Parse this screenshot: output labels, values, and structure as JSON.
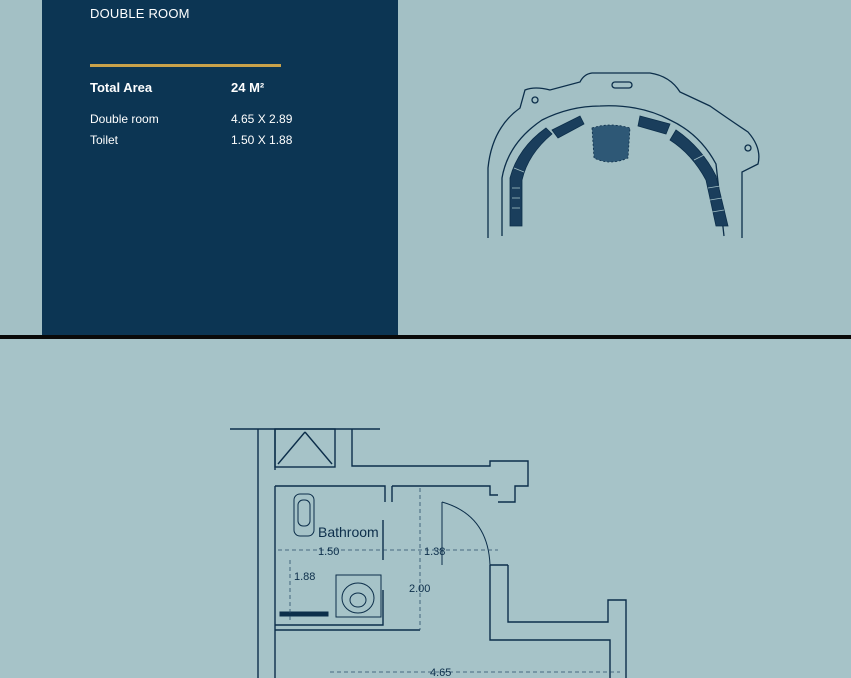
{
  "panel": {
    "room_type": "DOUBLE ROOM",
    "total_area_label": "Total Area",
    "total_area_value": "24 M²",
    "rooms": [
      {
        "name": "Double room",
        "size": "4.65 X 2.89"
      },
      {
        "name": "Toilet",
        "size": "1.50 X 1.88"
      }
    ]
  },
  "floorplan": {
    "room_label": "Bathroom",
    "dims": {
      "bath_width": "1.50",
      "door_width": "1.38",
      "bath_depth": "1.88",
      "corridor": "2.00",
      "room_width": "4.65"
    }
  },
  "colors": {
    "panel_bg": "#0c3553",
    "accent_gold": "#c9a24a",
    "page_bg": "#a3c0c5",
    "line": "#0c2e4a"
  }
}
